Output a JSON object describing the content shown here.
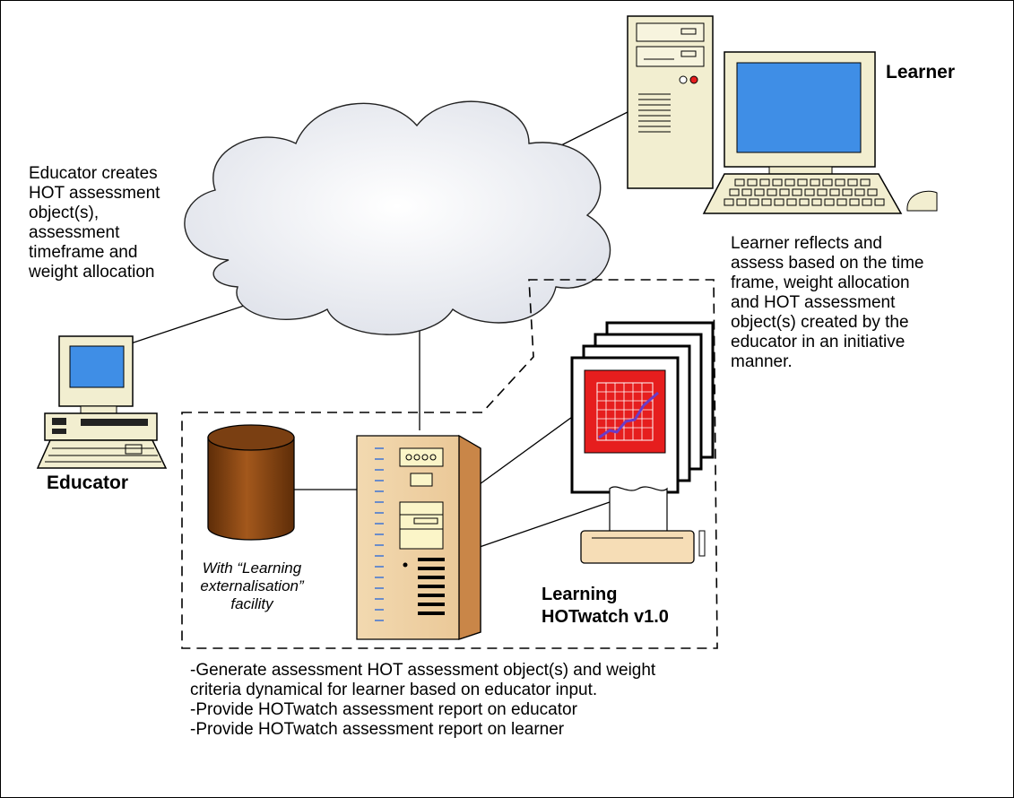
{
  "labels": {
    "learner": "Learner",
    "educator": "Educator",
    "system_name": [
      "Learning",
      "HOTwatch v1.0"
    ]
  },
  "educator_note": [
    "Educator creates",
    "HOT assessment",
    "object(s),",
    "assessment",
    "timeframe and",
    "weight allocation"
  ],
  "learner_note": [
    "Learner reflects and",
    "assess based on the time",
    "frame, weight allocation",
    "and HOT assessment",
    "object(s) created by the",
    "educator in an initiative",
    "manner."
  ],
  "database_note": [
    "With “Learning",
    "externalisation”",
    "facility"
  ],
  "functions": [
    "-Generate assessment HOT assessment object(s) and weight",
    "criteria dynamical for learner based on educator input.",
    "-Provide HOTwatch assessment report on educator",
    "-Provide HOTwatch assessment report on learner"
  ],
  "colors": {
    "screen": "#3f8ee6",
    "pc_case": "#f2eed0",
    "server_case": "#c98648",
    "database": "#7a3f12",
    "report_red": "#e61e1e"
  }
}
